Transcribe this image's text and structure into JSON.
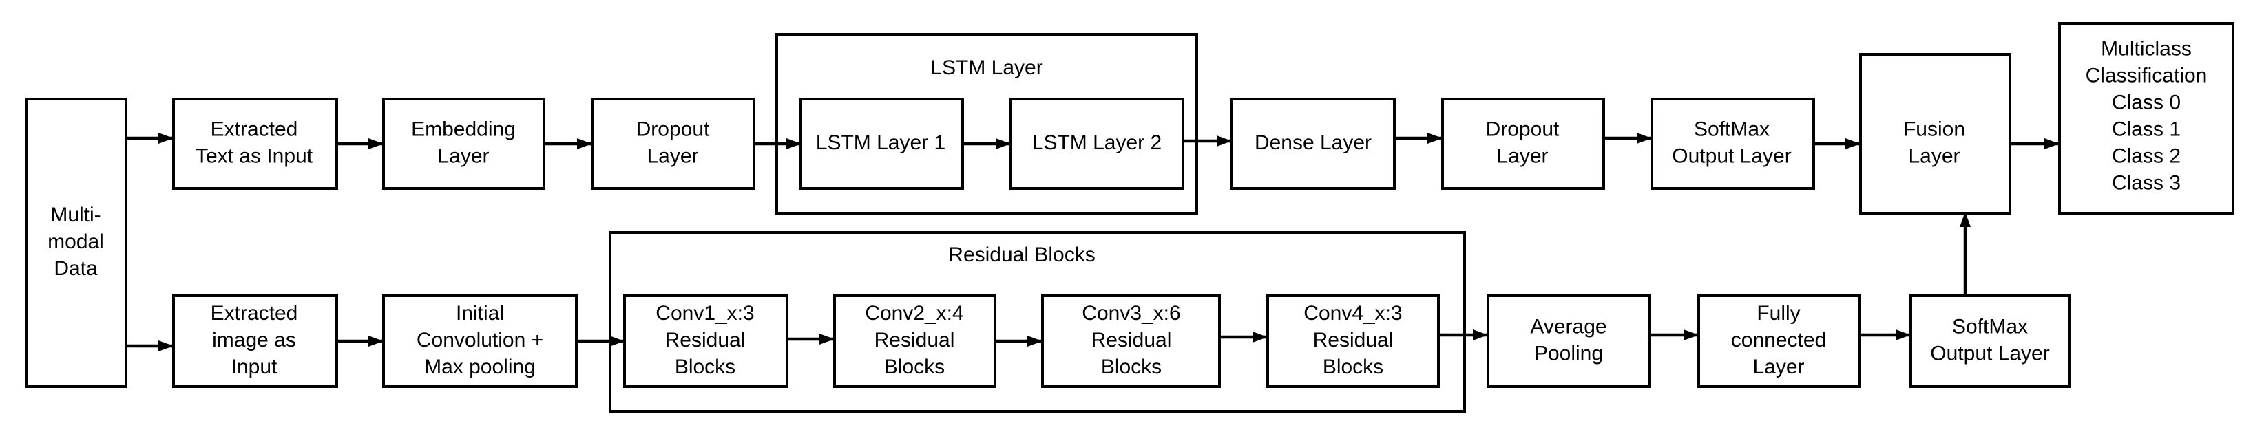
{
  "groups": {
    "lstm": "LSTM Layer",
    "residual": "Residual Blocks"
  },
  "nodes": {
    "multimodal": [
      "Multi-",
      "modal",
      "Data"
    ],
    "text_input": [
      "Extracted",
      "Text as Input"
    ],
    "embedding": [
      "Embedding",
      "Layer"
    ],
    "dropout1": [
      "Dropout",
      "Layer"
    ],
    "lstm1": [
      "LSTM Layer 1"
    ],
    "lstm2": [
      "LSTM Layer 2"
    ],
    "dense": [
      "Dense Layer"
    ],
    "dropout2": [
      "Dropout",
      "Layer"
    ],
    "softmax_text": [
      "SoftMax",
      "Output Layer"
    ],
    "fusion": [
      "Fusion",
      "Layer"
    ],
    "output": [
      "Multiclass",
      "Classification",
      "Class 0",
      "Class 1",
      "Class 2",
      "Class 3"
    ],
    "image_input": [
      "Extracted",
      "image as",
      "Input"
    ],
    "init_conv": [
      "Initial",
      "Convolution +",
      "Max pooling"
    ],
    "conv1": [
      "Conv1_x:3",
      "Residual",
      "Blocks"
    ],
    "conv2": [
      "Conv2_x:4",
      "Residual",
      "Blocks"
    ],
    "conv3": [
      "Conv3_x:6",
      "Residual",
      "Blocks"
    ],
    "conv4": [
      "Conv4_x:3",
      "Residual",
      "Blocks"
    ],
    "avg_pool": [
      "Average",
      "Pooling"
    ],
    "fc": [
      "Fully",
      "connected",
      "Layer"
    ],
    "softmax_image": [
      "SoftMax",
      "Output Layer"
    ]
  },
  "edges": [
    [
      "multimodal",
      "text_input"
    ],
    [
      "text_input",
      "embedding"
    ],
    [
      "embedding",
      "dropout1"
    ],
    [
      "dropout1",
      "lstm_group"
    ],
    [
      "lstm1",
      "lstm2"
    ],
    [
      "lstm_group",
      "dense"
    ],
    [
      "dense",
      "dropout2"
    ],
    [
      "dropout2",
      "softmax_text"
    ],
    [
      "softmax_text",
      "fusion"
    ],
    [
      "fusion",
      "output"
    ],
    [
      "multimodal",
      "image_input"
    ],
    [
      "image_input",
      "init_conv"
    ],
    [
      "init_conv",
      "residual_group"
    ],
    [
      "conv1",
      "conv2"
    ],
    [
      "conv2",
      "conv3"
    ],
    [
      "conv3",
      "conv4"
    ],
    [
      "residual_group",
      "avg_pool"
    ],
    [
      "avg_pool",
      "fc"
    ],
    [
      "fc",
      "softmax_image"
    ],
    [
      "softmax_image",
      "fusion"
    ]
  ]
}
